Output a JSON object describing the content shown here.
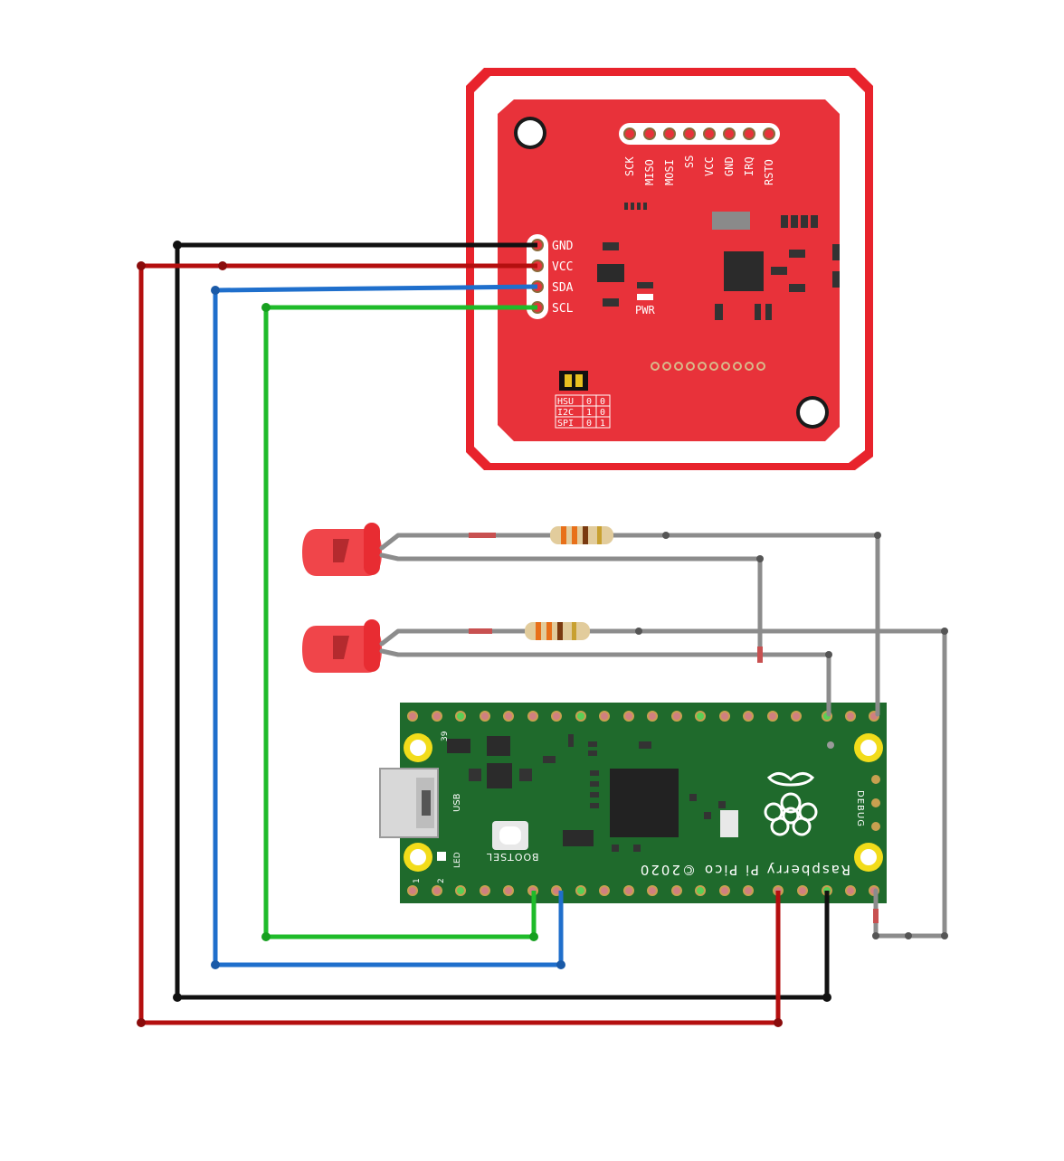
{
  "nfc_module": {
    "top_header_pins": [
      "SCK",
      "MISO",
      "MOSI",
      "SS",
      "VCC",
      "GND",
      "IRQ",
      "RSTO"
    ],
    "side_header_pins": [
      "GND",
      "VCC",
      "SDA",
      "SCL"
    ],
    "pwr_label": "PWR",
    "mode_table": [
      [
        "HSU",
        "0",
        "0"
      ],
      [
        "I2C",
        "1",
        "0"
      ],
      [
        "SPI",
        "0",
        "1"
      ]
    ]
  },
  "pico": {
    "name": "Raspberry Pi Pico",
    "year": "©2020",
    "usb_label": "USB",
    "led_label": "LED",
    "bootsel_label": "BOOTSEL",
    "debug_label": "DEBUG",
    "pin_39": "39",
    "pin_1": "1",
    "pin_2": "2"
  },
  "wire_colors": {
    "gnd": "#111111",
    "vcc": "#b40f0f",
    "sda": "#1f6fcc",
    "scl": "#1fbb2a",
    "led": "#8c8c8c"
  }
}
